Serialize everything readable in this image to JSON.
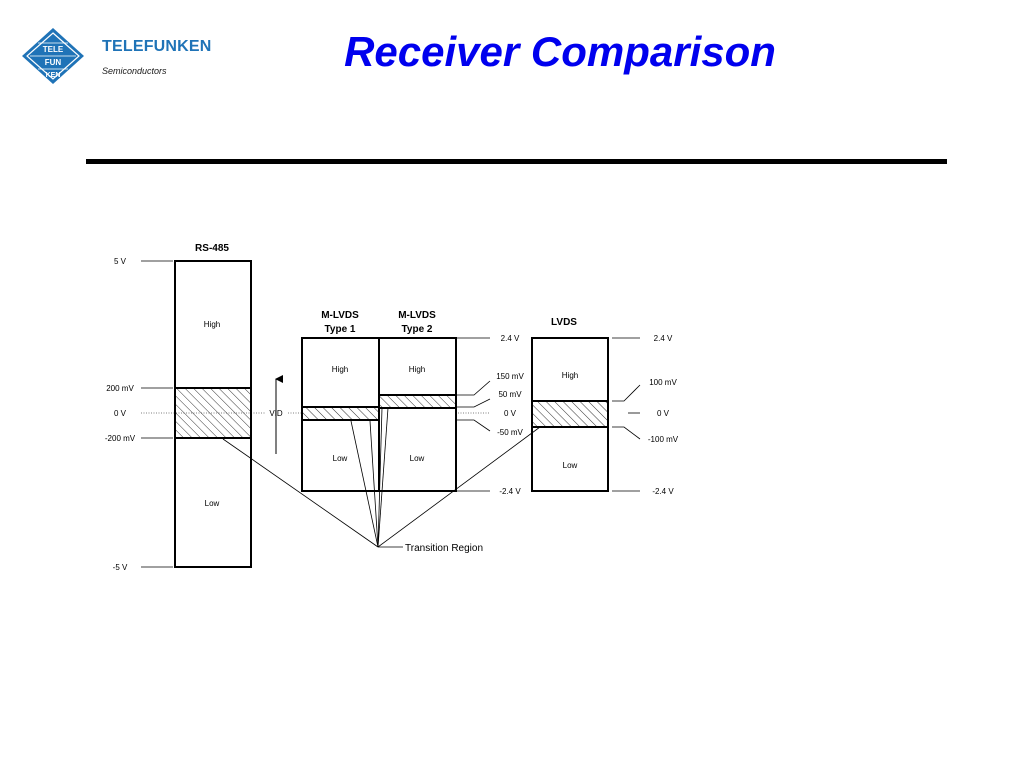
{
  "logo": {
    "wordmark": "TELEFUNKEN",
    "sub": "Semiconductors",
    "emblem_letters": [
      "TELE",
      "FUN",
      "KEN"
    ],
    "color": "#1f73b7"
  },
  "title": "Receiver Comparison",
  "title_color": "#0000ee",
  "diagram": {
    "rs485": {
      "name": "RS-485",
      "high": "High",
      "low": "Low",
      "labels": {
        "top": "5 V",
        "upper": "200 mV",
        "zero": "0 V",
        "lower": "-200 mV",
        "bottom": "-5 V"
      },
      "vid": "VID"
    },
    "mlvds1": {
      "name_line1": "M-LVDS",
      "name_line2": "Type 1",
      "high": "High",
      "low": "Low"
    },
    "mlvds2": {
      "name_line1": "M-LVDS",
      "name_line2": "Type 2",
      "high": "High",
      "low": "Low"
    },
    "mlvds_labels": {
      "top": "2.4 V",
      "l150": "150 mV",
      "l50": "50 mV",
      "zero": "0 V",
      "lm50": "-50 mV",
      "bottom": "-2.4 V"
    },
    "lvds": {
      "name": "LVDS",
      "high": "High",
      "low": "Low",
      "labels": {
        "top": "2.4 V",
        "upper": "100 mV",
        "zero": "0 V",
        "lower": "-100 mV",
        "bottom": "-2.4 V"
      }
    },
    "transition_label": "Transition Region"
  }
}
